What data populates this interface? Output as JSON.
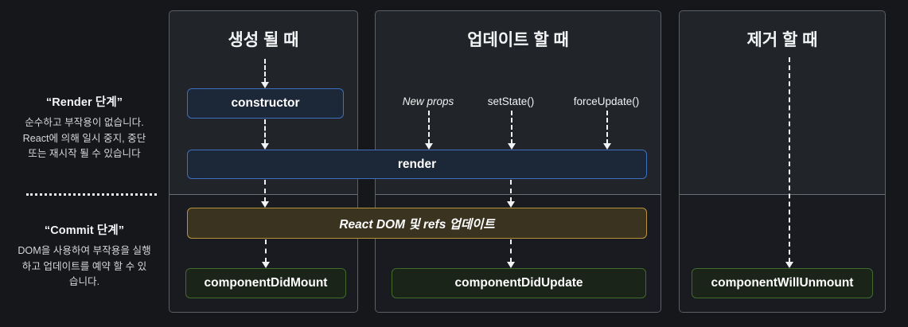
{
  "legend": {
    "render_phase": {
      "title": "“Render 단계”",
      "body": "순수하고 부작용이 없습니다. React에 의해 일시 중지, 중단 또는 재시작 될 수 있습니다"
    },
    "commit_phase": {
      "title": "“Commit 단계”",
      "body": "DOM을 사용하여 부작용을 실행하고 업데이트를 예약 할 수 있습니다."
    }
  },
  "columns": {
    "mounting": {
      "title": "생성 될 때"
    },
    "updating": {
      "title": "업데이트 할 때"
    },
    "unmounting": {
      "title": "제거 할 때"
    }
  },
  "boxes": {
    "constructor": "constructor",
    "render": "render",
    "react_dom": "React DOM 및 refs 업데이트",
    "component_did_mount": "componentDidMount",
    "component_did_update": "componentDidUpdate",
    "component_will_unmount": "componentWillUnmount"
  },
  "triggers": {
    "new_props": "New props",
    "set_state": "setState()",
    "force_update": "forceUpdate()"
  },
  "colors": {
    "page_background": "#15171b",
    "column_background": "#212429",
    "column_lower_background": "#191b20",
    "column_border": "#5b5f66",
    "render_box_border": "#3f6fbf",
    "render_box_fill": "#1c2737",
    "commit_box_border": "#b79439",
    "commit_box_fill": "#3a3320",
    "lifecycle_box_border": "#3f6b2b",
    "lifecycle_box_fill": "#1b2418",
    "arrow": "#f2f3f4",
    "text_primary": "#f3f4f5",
    "text_secondary": "#d4d6d9"
  }
}
